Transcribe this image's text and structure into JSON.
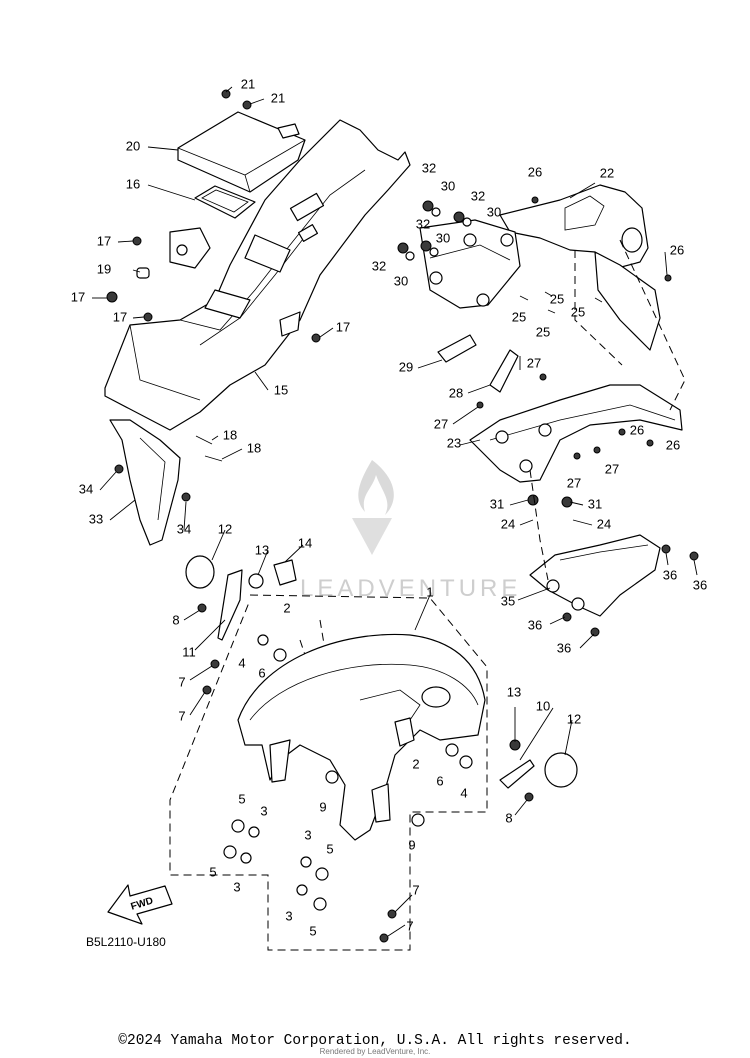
{
  "diagram": {
    "diagram_code": "B5L2110-U180",
    "fwd_label": "FWD",
    "watermark": "LEADVENTURE",
    "copyright": "©2024 Yamaha Motor Corporation, U.S.A. All rights reserved.",
    "rendered_by": "Rendered by LeadVenture, Inc.",
    "callouts": [
      {
        "id": "c21a",
        "text": "21"
      },
      {
        "id": "c21b",
        "text": "21"
      },
      {
        "id": "c20",
        "text": "20"
      },
      {
        "id": "c16",
        "text": "16"
      },
      {
        "id": "c17a",
        "text": "17"
      },
      {
        "id": "c19",
        "text": "19"
      },
      {
        "id": "c17b",
        "text": "17"
      },
      {
        "id": "c17c",
        "text": "17"
      },
      {
        "id": "c17d",
        "text": "17"
      },
      {
        "id": "c15",
        "text": "15"
      },
      {
        "id": "c18a",
        "text": "18"
      },
      {
        "id": "c18b",
        "text": "18"
      },
      {
        "id": "c34a",
        "text": "34"
      },
      {
        "id": "c33",
        "text": "33"
      },
      {
        "id": "c34b",
        "text": "34"
      },
      {
        "id": "c32a",
        "text": "32"
      },
      {
        "id": "c30a",
        "text": "30"
      },
      {
        "id": "c32b",
        "text": "32"
      },
      {
        "id": "c30b",
        "text": "30"
      },
      {
        "id": "c32c",
        "text": "32"
      },
      {
        "id": "c30c",
        "text": "30"
      },
      {
        "id": "c32d",
        "text": "32"
      },
      {
        "id": "c30d",
        "text": "30"
      },
      {
        "id": "c26a",
        "text": "26"
      },
      {
        "id": "c22",
        "text": "22"
      },
      {
        "id": "c26b",
        "text": "26"
      },
      {
        "id": "c25a",
        "text": "25"
      },
      {
        "id": "c25b",
        "text": "25"
      },
      {
        "id": "c25c",
        "text": "25"
      },
      {
        "id": "c25d",
        "text": "25"
      },
      {
        "id": "c29",
        "text": "29"
      },
      {
        "id": "c28",
        "text": "28"
      },
      {
        "id": "c27a",
        "text": "27"
      },
      {
        "id": "c27b",
        "text": "27"
      },
      {
        "id": "c27c",
        "text": "27"
      },
      {
        "id": "c27d",
        "text": "27"
      },
      {
        "id": "c26c",
        "text": "26"
      },
      {
        "id": "c26d",
        "text": "26"
      },
      {
        "id": "c23",
        "text": "23"
      },
      {
        "id": "c31a",
        "text": "31"
      },
      {
        "id": "c31b",
        "text": "31"
      },
      {
        "id": "c24a",
        "text": "24"
      },
      {
        "id": "c24b",
        "text": "24"
      },
      {
        "id": "c36a",
        "text": "36"
      },
      {
        "id": "c36b",
        "text": "36"
      },
      {
        "id": "c35",
        "text": "35"
      },
      {
        "id": "c36c",
        "text": "36"
      },
      {
        "id": "c36d",
        "text": "36"
      },
      {
        "id": "c12a",
        "text": "12"
      },
      {
        "id": "c13a",
        "text": "13"
      },
      {
        "id": "c14",
        "text": "14"
      },
      {
        "id": "c1",
        "text": "1"
      },
      {
        "id": "c2a",
        "text": "2"
      },
      {
        "id": "c8a",
        "text": "8"
      },
      {
        "id": "c4a",
        "text": "4"
      },
      {
        "id": "c6a",
        "text": "6"
      },
      {
        "id": "c11",
        "text": "11"
      },
      {
        "id": "c7a",
        "text": "7"
      },
      {
        "id": "c7b",
        "text": "7"
      },
      {
        "id": "c2b",
        "text": "2"
      },
      {
        "id": "c9a",
        "text": "9"
      },
      {
        "id": "c6b",
        "text": "6"
      },
      {
        "id": "c4b",
        "text": "4"
      },
      {
        "id": "c13b",
        "text": "13"
      },
      {
        "id": "c10",
        "text": "10"
      },
      {
        "id": "c12b",
        "text": "12"
      },
      {
        "id": "c8b",
        "text": "8"
      },
      {
        "id": "c9b",
        "text": "9"
      },
      {
        "id": "c5a",
        "text": "5"
      },
      {
        "id": "c3a",
        "text": "3"
      },
      {
        "id": "c5b",
        "text": "5"
      },
      {
        "id": "c3b",
        "text": "3"
      },
      {
        "id": "c3c",
        "text": "3"
      },
      {
        "id": "c5c",
        "text": "5"
      },
      {
        "id": "c3d",
        "text": "3"
      },
      {
        "id": "c5d",
        "text": "5"
      },
      {
        "id": "c7c",
        "text": "7"
      },
      {
        "id": "c7d",
        "text": "7"
      }
    ]
  }
}
